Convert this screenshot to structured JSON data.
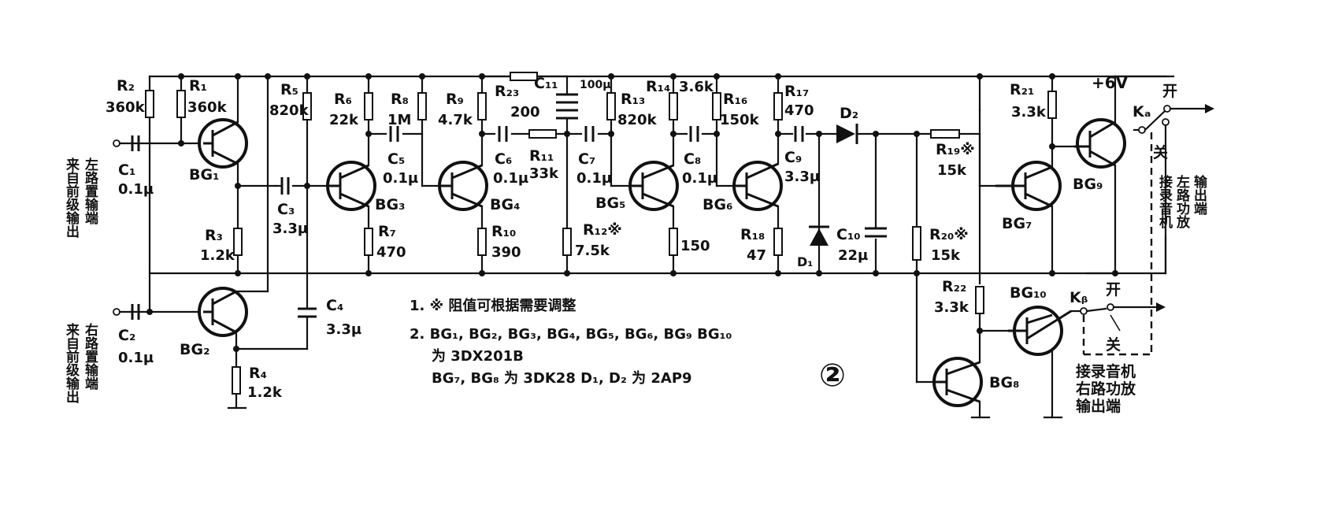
{
  "labels": {
    "R1": "R₁",
    "R1v": "360k",
    "R2": "R₂",
    "R2v": "360k",
    "R3": "R₃",
    "R3v": "1.2k",
    "R4": "R₄",
    "R4v": "1.2k",
    "R5": "R₅",
    "R5v": "820k",
    "R6": "R₆",
    "R6v": "22k",
    "R7": "R₇",
    "R7v": "470",
    "R8": "R₈",
    "R8v": "1M",
    "R9": "R₉",
    "R9v": "4.7k",
    "R10": "R₁₀",
    "R10v": "390",
    "R11": "R₁₁",
    "R11v": "33k",
    "R12": "R₁₂※",
    "R12v": "7.5k",
    "R13": "R₁₃",
    "R13v": "820k",
    "R14": "R₁₄",
    "R14v": "3.6k",
    "R15v": "150",
    "R16": "R₁₆",
    "R16v": "150k",
    "R17": "R₁₇",
    "R17v": "470",
    "R18": "R₁₈",
    "R18v": "47",
    "R19": "R₁₉※",
    "R19v": "15k",
    "R20": "R₂₀※",
    "R20v": "15k",
    "R21": "R₂₁",
    "R21v": "3.3k",
    "R22": "R₂₂",
    "R22v": "3.3k",
    "R23": "R₂₃",
    "R23v": "200",
    "C1": "C₁",
    "C1v": "0.1µ",
    "C2": "C₂",
    "C2v": "0.1µ",
    "C3": "C₃",
    "C3v": "3.3µ",
    "C4": "C₄",
    "C4v": "3.3µ",
    "C5": "C₅",
    "C5v": "0.1µ",
    "C6": "C₆",
    "C6v": "0.1µ",
    "C7": "C₇",
    "C7v": "0.1µ",
    "C8": "C₈",
    "C8v": "0.1µ",
    "C9": "C₉",
    "C9v": "3.3µ",
    "C10": "C₁₀",
    "C10v": "22µ",
    "C11": "C₁₁",
    "C11v": "100µ",
    "D1": "D₁",
    "D2": "D₂",
    "BG1": "BG₁",
    "BG2": "BG₂",
    "BG3": "BG₃",
    "BG4": "BG₄",
    "BG5": "BG₅",
    "BG6": "BG₆",
    "BG7": "BG₇",
    "BG8": "BG₈",
    "BG9": "BG₉",
    "BG10": "BG₁₀",
    "supply": "+6V",
    "Ka": "Kₐ",
    "Kb": "Kᵦ",
    "open_a": "开",
    "close_a": "关",
    "open_b": "开",
    "close_b": "关",
    "figure_number": "②"
  },
  "cjk_labels": {
    "in_left_col1": "来自前级输出",
    "in_left_col2": "左路置输端",
    "in_right_col1": "来自前级输出",
    "in_right_col2": "右路置输端",
    "out_left_line1": "接录音机",
    "out_left_line2": "左路功放",
    "out_left_line3": "输出端",
    "out_right_line1": "接录音机",
    "out_right_line2": "右路功放",
    "out_right_line3": "输出端"
  },
  "notes": {
    "line1": "1. ※ 阻值可根据需要调整",
    "line2": "2. BG₁, BG₂, BG₃, BG₄, BG₅, BG₆, BG₉ BG₁₀",
    "line3": "为 3DX201B",
    "line4": "BG₇, BG₈ 为 3DK28  D₁, D₂ 为 2AP9"
  }
}
